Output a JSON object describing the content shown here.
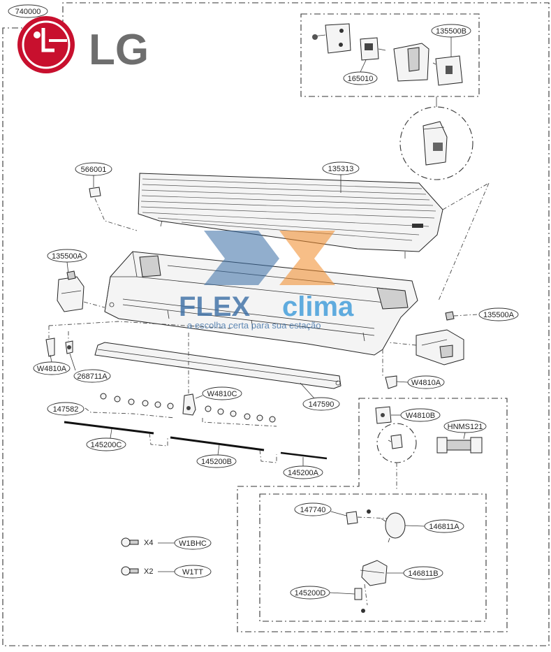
{
  "brand": {
    "name": "LG",
    "circle_color": "#c8102e",
    "text_color": "#6e6e6e"
  },
  "watermark": {
    "word_1": "FLEX",
    "word_2": "clima",
    "tagline": "a escolha certa para sua estação",
    "blue": "#3a6ea5",
    "orange": "#f08a2a"
  },
  "callouts": {
    "assembly": "740000",
    "top_kit": "135500B",
    "kit_part": "165010",
    "clip": "566001",
    "front_grille": "135313",
    "left_cover": "135500A",
    "right_cover": "135500A",
    "bracket_left": "W4810A",
    "hook_left": "268711A",
    "louver": "147590",
    "center_motor_bracket": "W4810C",
    "vane_links": "147582",
    "shaft_left": "145200C",
    "shaft_mid": "145200B",
    "shaft_right": "145200A",
    "bracket_right": "W4810A",
    "bracket_motor": "W4810B",
    "harness": "HNMS121",
    "coupler": "147740",
    "motor": "146811A",
    "motor_b": "146811B",
    "shaft_small": "145200D",
    "screw_1": "W1BHC",
    "screw_2": "W1TT",
    "qty_1": "X4",
    "qty_2": "X2"
  }
}
